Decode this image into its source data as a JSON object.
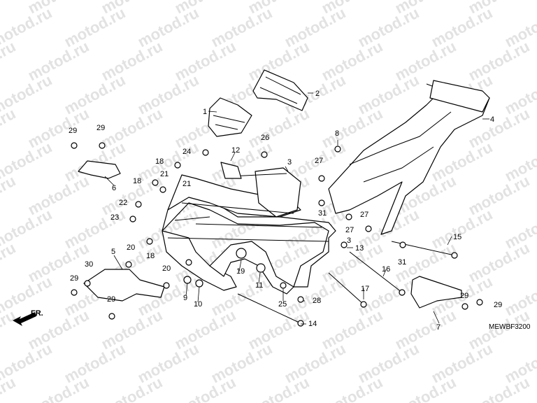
{
  "watermark": "motod.ru",
  "diagram_code": "MEWBF3200",
  "direction_label": "FR.",
  "callouts": [
    "1",
    "2",
    "3",
    "4",
    "5",
    "6",
    "7",
    "8",
    "9",
    "10",
    "11",
    "12",
    "13",
    "14",
    "15",
    "16",
    "17",
    "18",
    "19",
    "20",
    "21",
    "22",
    "23",
    "24",
    "25",
    "26",
    "27",
    "28",
    "29",
    "30",
    "31"
  ],
  "colors": {
    "line": "#000000",
    "watermark": "#e2e2e2",
    "background": "#ffffff"
  }
}
